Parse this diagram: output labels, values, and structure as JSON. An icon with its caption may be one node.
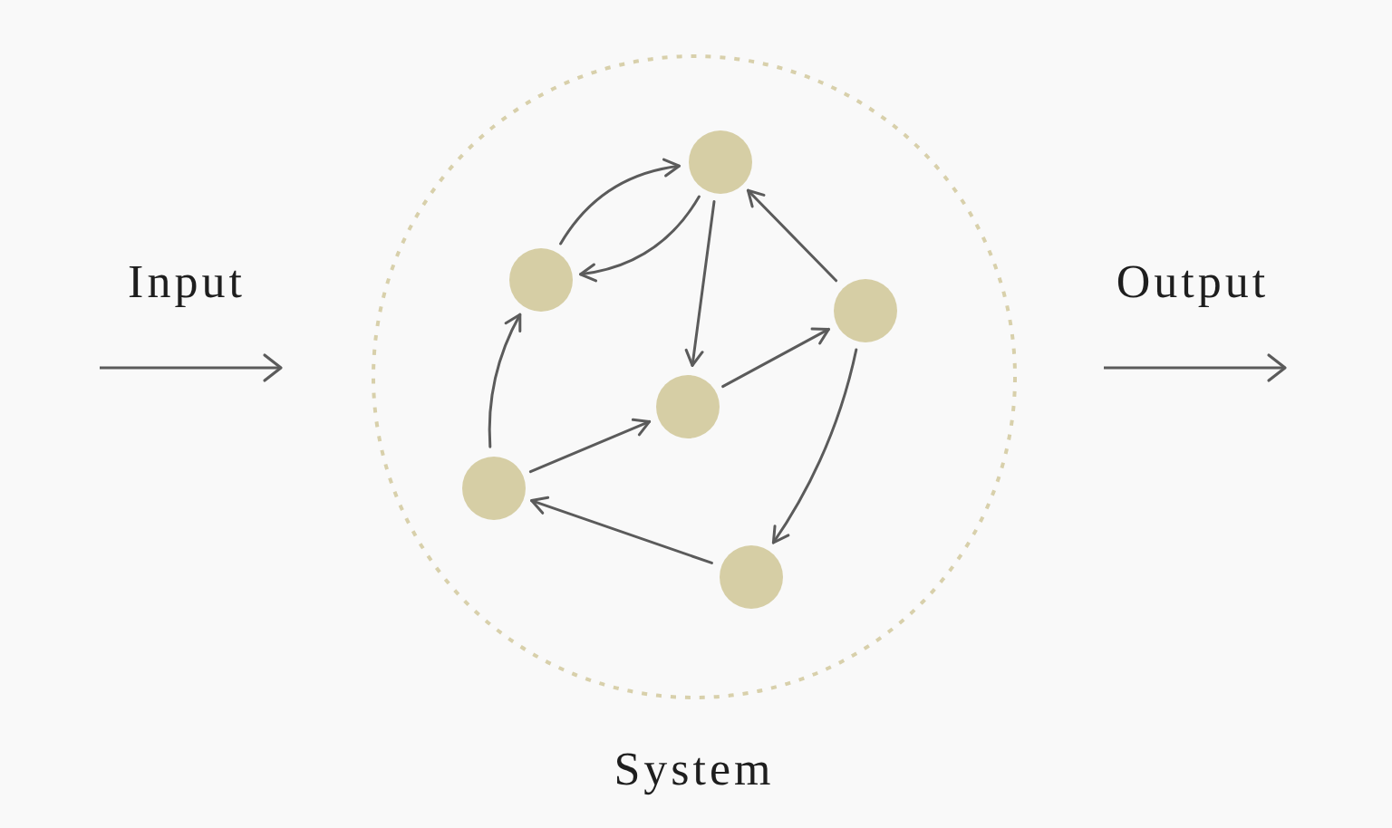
{
  "diagram": {
    "nodes": [
      {
        "text": [
          "System"
        ]
      },
      {
        "text": [],
        "shape": "circle",
        "in": 0
      },
      {
        "text": [],
        "shape": "circle",
        "in": 0
      },
      {
        "text": [],
        "shape": "circle",
        "in": 0
      },
      {
        "text": [],
        "shape": "circle",
        "in": 0
      },
      {
        "text": [],
        "shape": "circle",
        "in": 0
      },
      {
        "text": [],
        "shape": "circle",
        "in": 0
      }
    ],
    "edges": [
      {
        "from": 2,
        "to": 1,
        "arrow": "to"
      },
      {
        "from": 1,
        "to": 2,
        "arrow": "to"
      },
      {
        "from": 1,
        "to": 4,
        "arrow": "to"
      },
      {
        "from": 3,
        "to": 1,
        "arrow": "to"
      },
      {
        "from": 4,
        "to": 3,
        "arrow": "to"
      },
      {
        "from": 3,
        "to": 6,
        "arrow": "to"
      },
      {
        "from": 6,
        "to": 5,
        "arrow": "to"
      },
      {
        "from": 5,
        "to": 4,
        "arrow": "to"
      },
      {
        "from": 5,
        "to": 2,
        "arrow": "to"
      }
    ],
    "labels": [
      "Input",
      "Output"
    ]
  }
}
